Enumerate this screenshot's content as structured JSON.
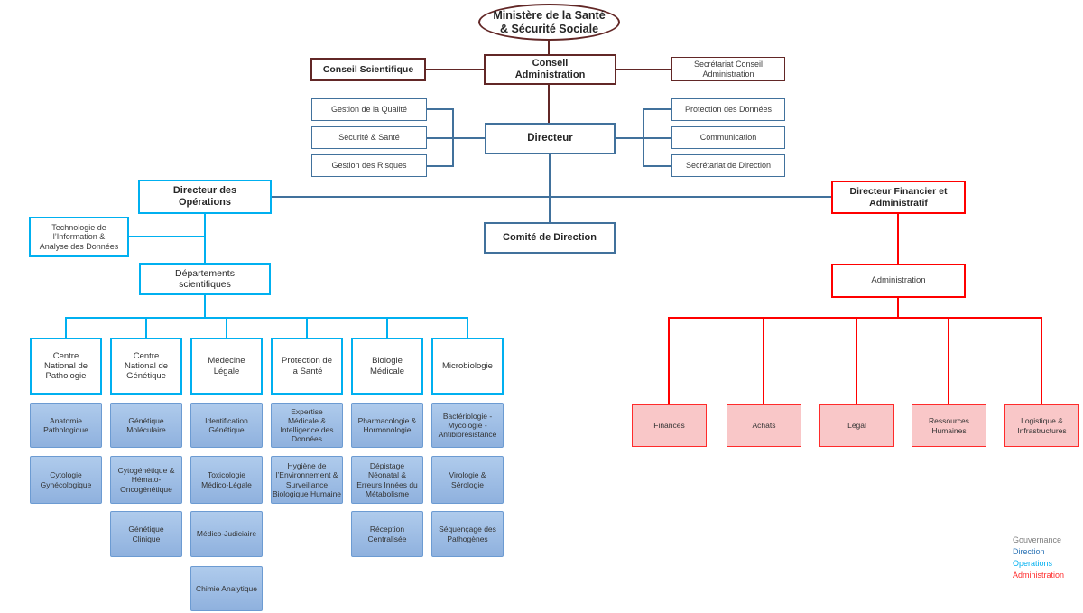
{
  "palette": {
    "governance": "#622726",
    "direction": "#41719C",
    "operations": "#00B0F0",
    "administration": "#FF0000",
    "cell_fill": "#9DBCE5",
    "cell_border": "#6C9BD2",
    "admin_unit_fill": "#F9C7C8"
  },
  "governance": {
    "ministry": "Ministère de la Santé\n& Sécurité Sociale",
    "conseil_scientifique": "Conseil Scientifique",
    "conseil_administration": "Conseil\nAdministration",
    "secretariat_conseil": "Secrétariat Conseil\nAdministration"
  },
  "direction": {
    "directeur": "Directeur",
    "left_units": [
      "Gestion de la Qualité",
      "Sécurité & Santé",
      "Gestion des Risques"
    ],
    "right_units": [
      "Protection des Données",
      "Communication",
      "Secrétariat de Direction"
    ],
    "comite": "Comité de Direction"
  },
  "operations": {
    "directeur_operations": "Directeur des\nOpérations",
    "technologie": "Technologie de\nl’Information &\nAnalyse des Données",
    "departements_scientifiques": "Départements\nscientifiques",
    "departments": [
      {
        "name": "Centre\nNational de\nPathologie",
        "units": [
          "Anatomie\nPathologique",
          "Cytologie\nGynécologique"
        ]
      },
      {
        "name": "Centre\nNational de\nGénétique",
        "units": [
          "Génétique\nMoléculaire",
          "Cytogénétique &\nHémato-\nOncogénétique",
          "Génétique\nClinique"
        ]
      },
      {
        "name": "Médecine\nLégale",
        "units": [
          "Identification\nGénétique",
          "Toxicologie\nMédico-Légale",
          "Médico-Judiciaire",
          "Chimie Analytique"
        ]
      },
      {
        "name": "Protection de\nla Santé",
        "units": [
          "Expertise\nMédicale &\nIntelligence des\nDonnées",
          "Hygiène de\nl’Environnement &\nSurveillance\nBiologique Humaine"
        ]
      },
      {
        "name": "Biologie\nMédicale",
        "units": [
          "Pharmacologie &\nHormonologie",
          "Dépistage\nNéonatal &\nErreurs Innées du\nMétabolisme",
          "Réception\nCentralisée"
        ]
      },
      {
        "name": "Microbiologie",
        "units": [
          "Bactériologie -\nMycologie -\nAntibiorésistance",
          "Virologie &\nSérologie",
          "Séquençage des\nPathogènes"
        ]
      }
    ]
  },
  "administration": {
    "directeur_financier": "Directeur Financier et\nAdministratif",
    "administration": "Administration",
    "units": [
      "Finances",
      "Achats",
      "Légal",
      "Ressources\nHumaines",
      "Logistique &\nInfrastructures"
    ]
  },
  "legend": {
    "items": [
      {
        "label": "Gouvernance",
        "color": "#7F7F7F"
      },
      {
        "label": "Direction",
        "color": "#2E75B6"
      },
      {
        "label": "Operations",
        "color": "#00B0F0"
      },
      {
        "label": "Administration",
        "color": "#FF2B2B"
      }
    ]
  }
}
